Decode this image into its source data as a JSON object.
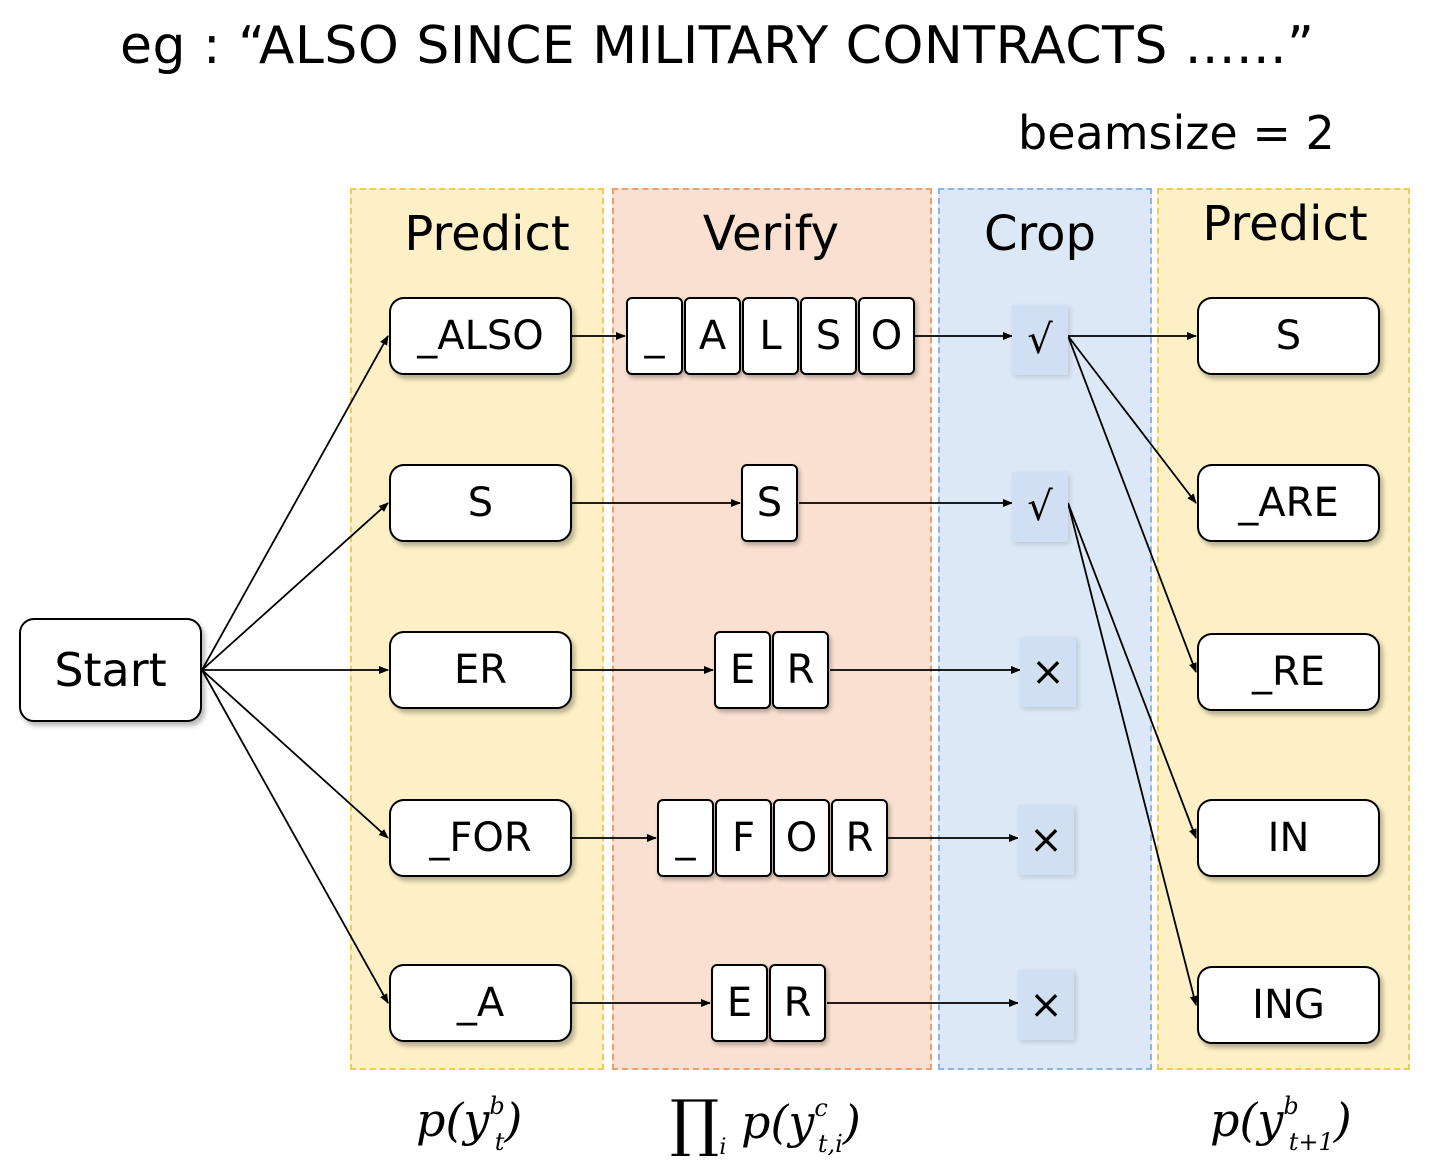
{
  "title": "eg : “ALSO SINCE MILITARY CONTRACTS  ......”",
  "beamsize_label": "beamsize = 2",
  "columns": {
    "predict1": "Predict",
    "verify": "Verify",
    "crop": "Crop",
    "predict2": "Predict"
  },
  "start_label": "Start",
  "candidates": [
    "_ALSO",
    "S",
    "ER",
    "_FOR",
    "_A"
  ],
  "verify_chars": [
    [
      "_",
      "A",
      "L",
      "S",
      "O"
    ],
    [
      "S"
    ],
    [
      "E",
      "R"
    ],
    [
      "_",
      "F",
      "O",
      "R"
    ],
    [
      "E",
      "R"
    ]
  ],
  "crop_marks": [
    "√",
    "√",
    "×",
    "×",
    "×"
  ],
  "next_predictions": [
    "S",
    "_ARE",
    "_RE",
    "IN",
    "ING"
  ],
  "formulas": {
    "predict1": {
      "p": "p(y",
      "sup": "b",
      "sub": "t",
      "close": ")"
    },
    "verify": {
      "prod": "∏",
      "prod_sub": "i",
      "p": "p(y",
      "sup": "c",
      "sub": "t,i",
      "close": ")"
    },
    "predict2": {
      "p": "p(y",
      "sup": "b",
      "sub": "t+1",
      "close": ")"
    }
  }
}
